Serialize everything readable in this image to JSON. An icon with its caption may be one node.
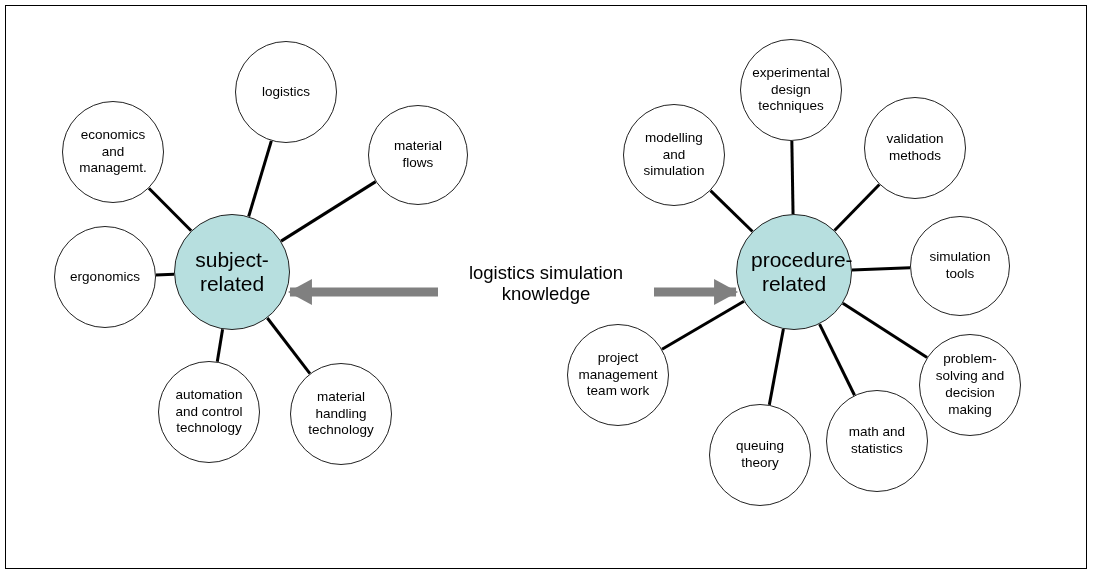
{
  "diagram": {
    "nodes": [
      {
        "text": [
          "subject-related"
        ]
      },
      {
        "text": [
          "logistics"
        ]
      },
      {
        "text": [
          "economics and managemt."
        ]
      },
      {
        "text": [
          "material flows"
        ]
      },
      {
        "text": [
          "ergonomics"
        ]
      },
      {
        "text": [
          "automation and control technology"
        ]
      },
      {
        "text": [
          "material handling technology"
        ]
      },
      {
        "text": [
          "logistics simulation knowledge"
        ]
      },
      {
        "text": [
          "procedure-related"
        ]
      },
      {
        "text": [
          "modelling and simulation"
        ]
      },
      {
        "text": [
          "experimental design techniques"
        ]
      },
      {
        "text": [
          "validation methods"
        ]
      },
      {
        "text": [
          "simulation tools"
        ]
      },
      {
        "text": [
          "problem-solving and decision making"
        ]
      },
      {
        "text": [
          "math and statistics"
        ]
      },
      {
        "text": [
          "queuing theory"
        ]
      },
      {
        "text": [
          "project management team work"
        ]
      }
    ],
    "edges": [
      {
        "from": 0,
        "to": 1,
        "arrow": "none"
      },
      {
        "from": 0,
        "to": 2,
        "arrow": "none"
      },
      {
        "from": 0,
        "to": 3,
        "arrow": "none"
      },
      {
        "from": 0,
        "to": 4,
        "arrow": "none"
      },
      {
        "from": 0,
        "to": 5,
        "arrow": "none"
      },
      {
        "from": 0,
        "to": 6,
        "arrow": "none"
      },
      {
        "from": 7,
        "to": 0,
        "arrow": "to",
        "style": "thick",
        "color": "#808080"
      },
      {
        "from": 7,
        "to": 8,
        "arrow": "to",
        "style": "thick",
        "color": "#808080"
      },
      {
        "from": 8,
        "to": 9,
        "arrow": "none"
      },
      {
        "from": 8,
        "to": 10,
        "arrow": "none"
      },
      {
        "from": 8,
        "to": 11,
        "arrow": "none"
      },
      {
        "from": 8,
        "to": 12,
        "arrow": "none"
      },
      {
        "from": 8,
        "to": 13,
        "arrow": "none"
      },
      {
        "from": 8,
        "to": 14,
        "arrow": "none"
      },
      {
        "from": 8,
        "to": 15,
        "arrow": "none"
      },
      {
        "from": 8,
        "to": 16,
        "arrow": "none"
      }
    ]
  }
}
